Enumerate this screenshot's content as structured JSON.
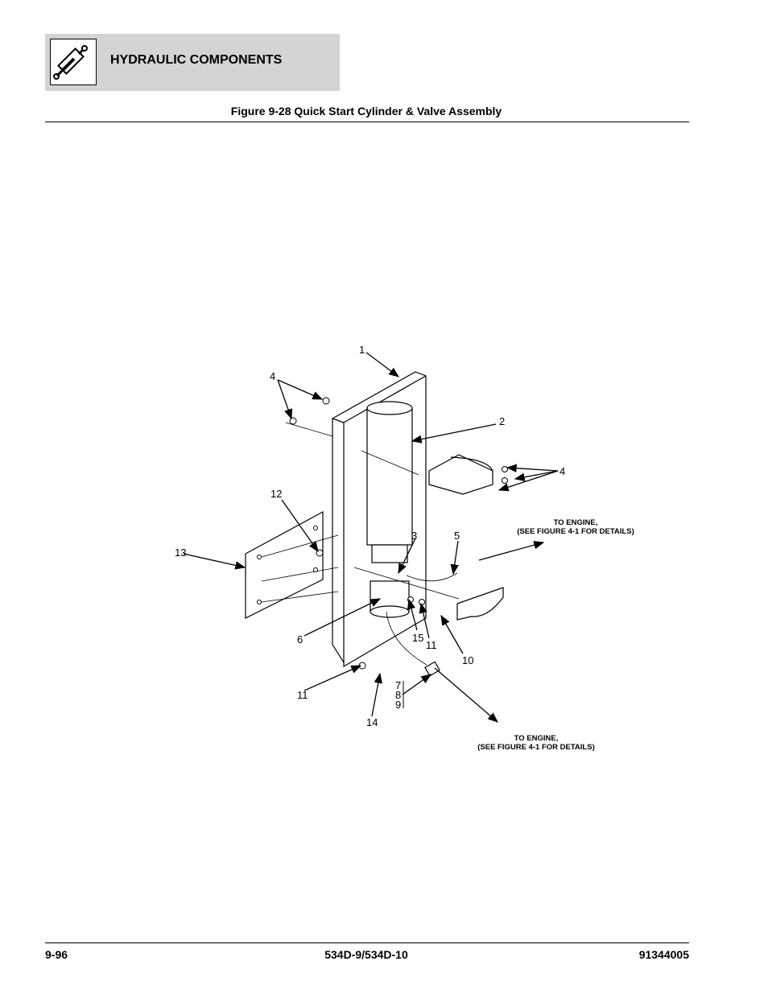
{
  "header": {
    "section_title": "HYDRAULIC COMPONENTS",
    "icon": "hydraulic-cylinder-icon"
  },
  "figure": {
    "title": "Figure 9-28 Quick Start Cylinder & Valve Assembly"
  },
  "diagram": {
    "callouts": {
      "c1": "1",
      "c2": "2",
      "c3": "3",
      "c4a": "4",
      "c4b": "4",
      "c5": "5",
      "c6": "6",
      "c7": "7",
      "c8": "8",
      "c9": "9",
      "c10": "10",
      "c11a": "11",
      "c11b": "11",
      "c12": "12",
      "c13": "13",
      "c14": "14",
      "c15": "15"
    },
    "notes": {
      "engine_top_line1": "TO ENGINE,",
      "engine_top_line2": "(SEE FIGURE 4-1 FOR DETAILS)",
      "engine_bottom_line1": "TO ENGINE,",
      "engine_bottom_line2": "(SEE FIGURE 4-1 FOR DETAILS)"
    }
  },
  "footer": {
    "page_number": "9-96",
    "model": "534D-9/534D-10",
    "part_number": "91344005"
  }
}
